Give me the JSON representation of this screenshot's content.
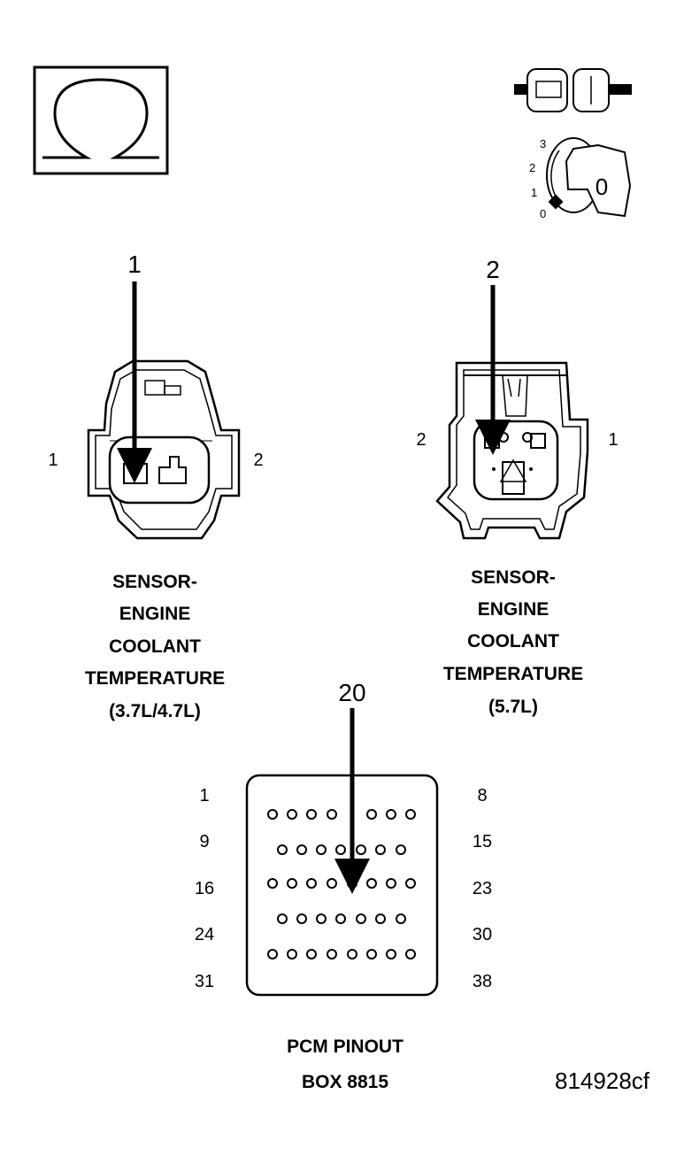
{
  "ohm_symbol": {
    "icon": "ohm-symbol-icon"
  },
  "ignition": {
    "connector_icon": "disconnected-connector-icon",
    "key_icon": "ignition-key-icon",
    "key_label": "0",
    "positions": [
      "3",
      "2",
      "1",
      "0"
    ]
  },
  "connector_a": {
    "callout": "1",
    "pin_left": "1",
    "pin_right": "2",
    "caption": [
      "SENSOR-",
      "ENGINE",
      "COOLANT",
      "TEMPERATURE",
      "(3.7L/4.7L)"
    ]
  },
  "connector_b": {
    "callout": "2",
    "pin_left": "2",
    "pin_right": "1",
    "caption": [
      "SENSOR-",
      "ENGINE",
      "COOLANT",
      "TEMPERATURE",
      "(5.7L)"
    ]
  },
  "pcm": {
    "callout": "20",
    "left_labels": [
      "1",
      "9",
      "16",
      "24",
      "31"
    ],
    "right_labels": [
      "8",
      "15",
      "23",
      "30",
      "38"
    ],
    "caption": [
      "PCM PINOUT",
      "BOX 8815"
    ]
  },
  "figure_code": "814928cf"
}
